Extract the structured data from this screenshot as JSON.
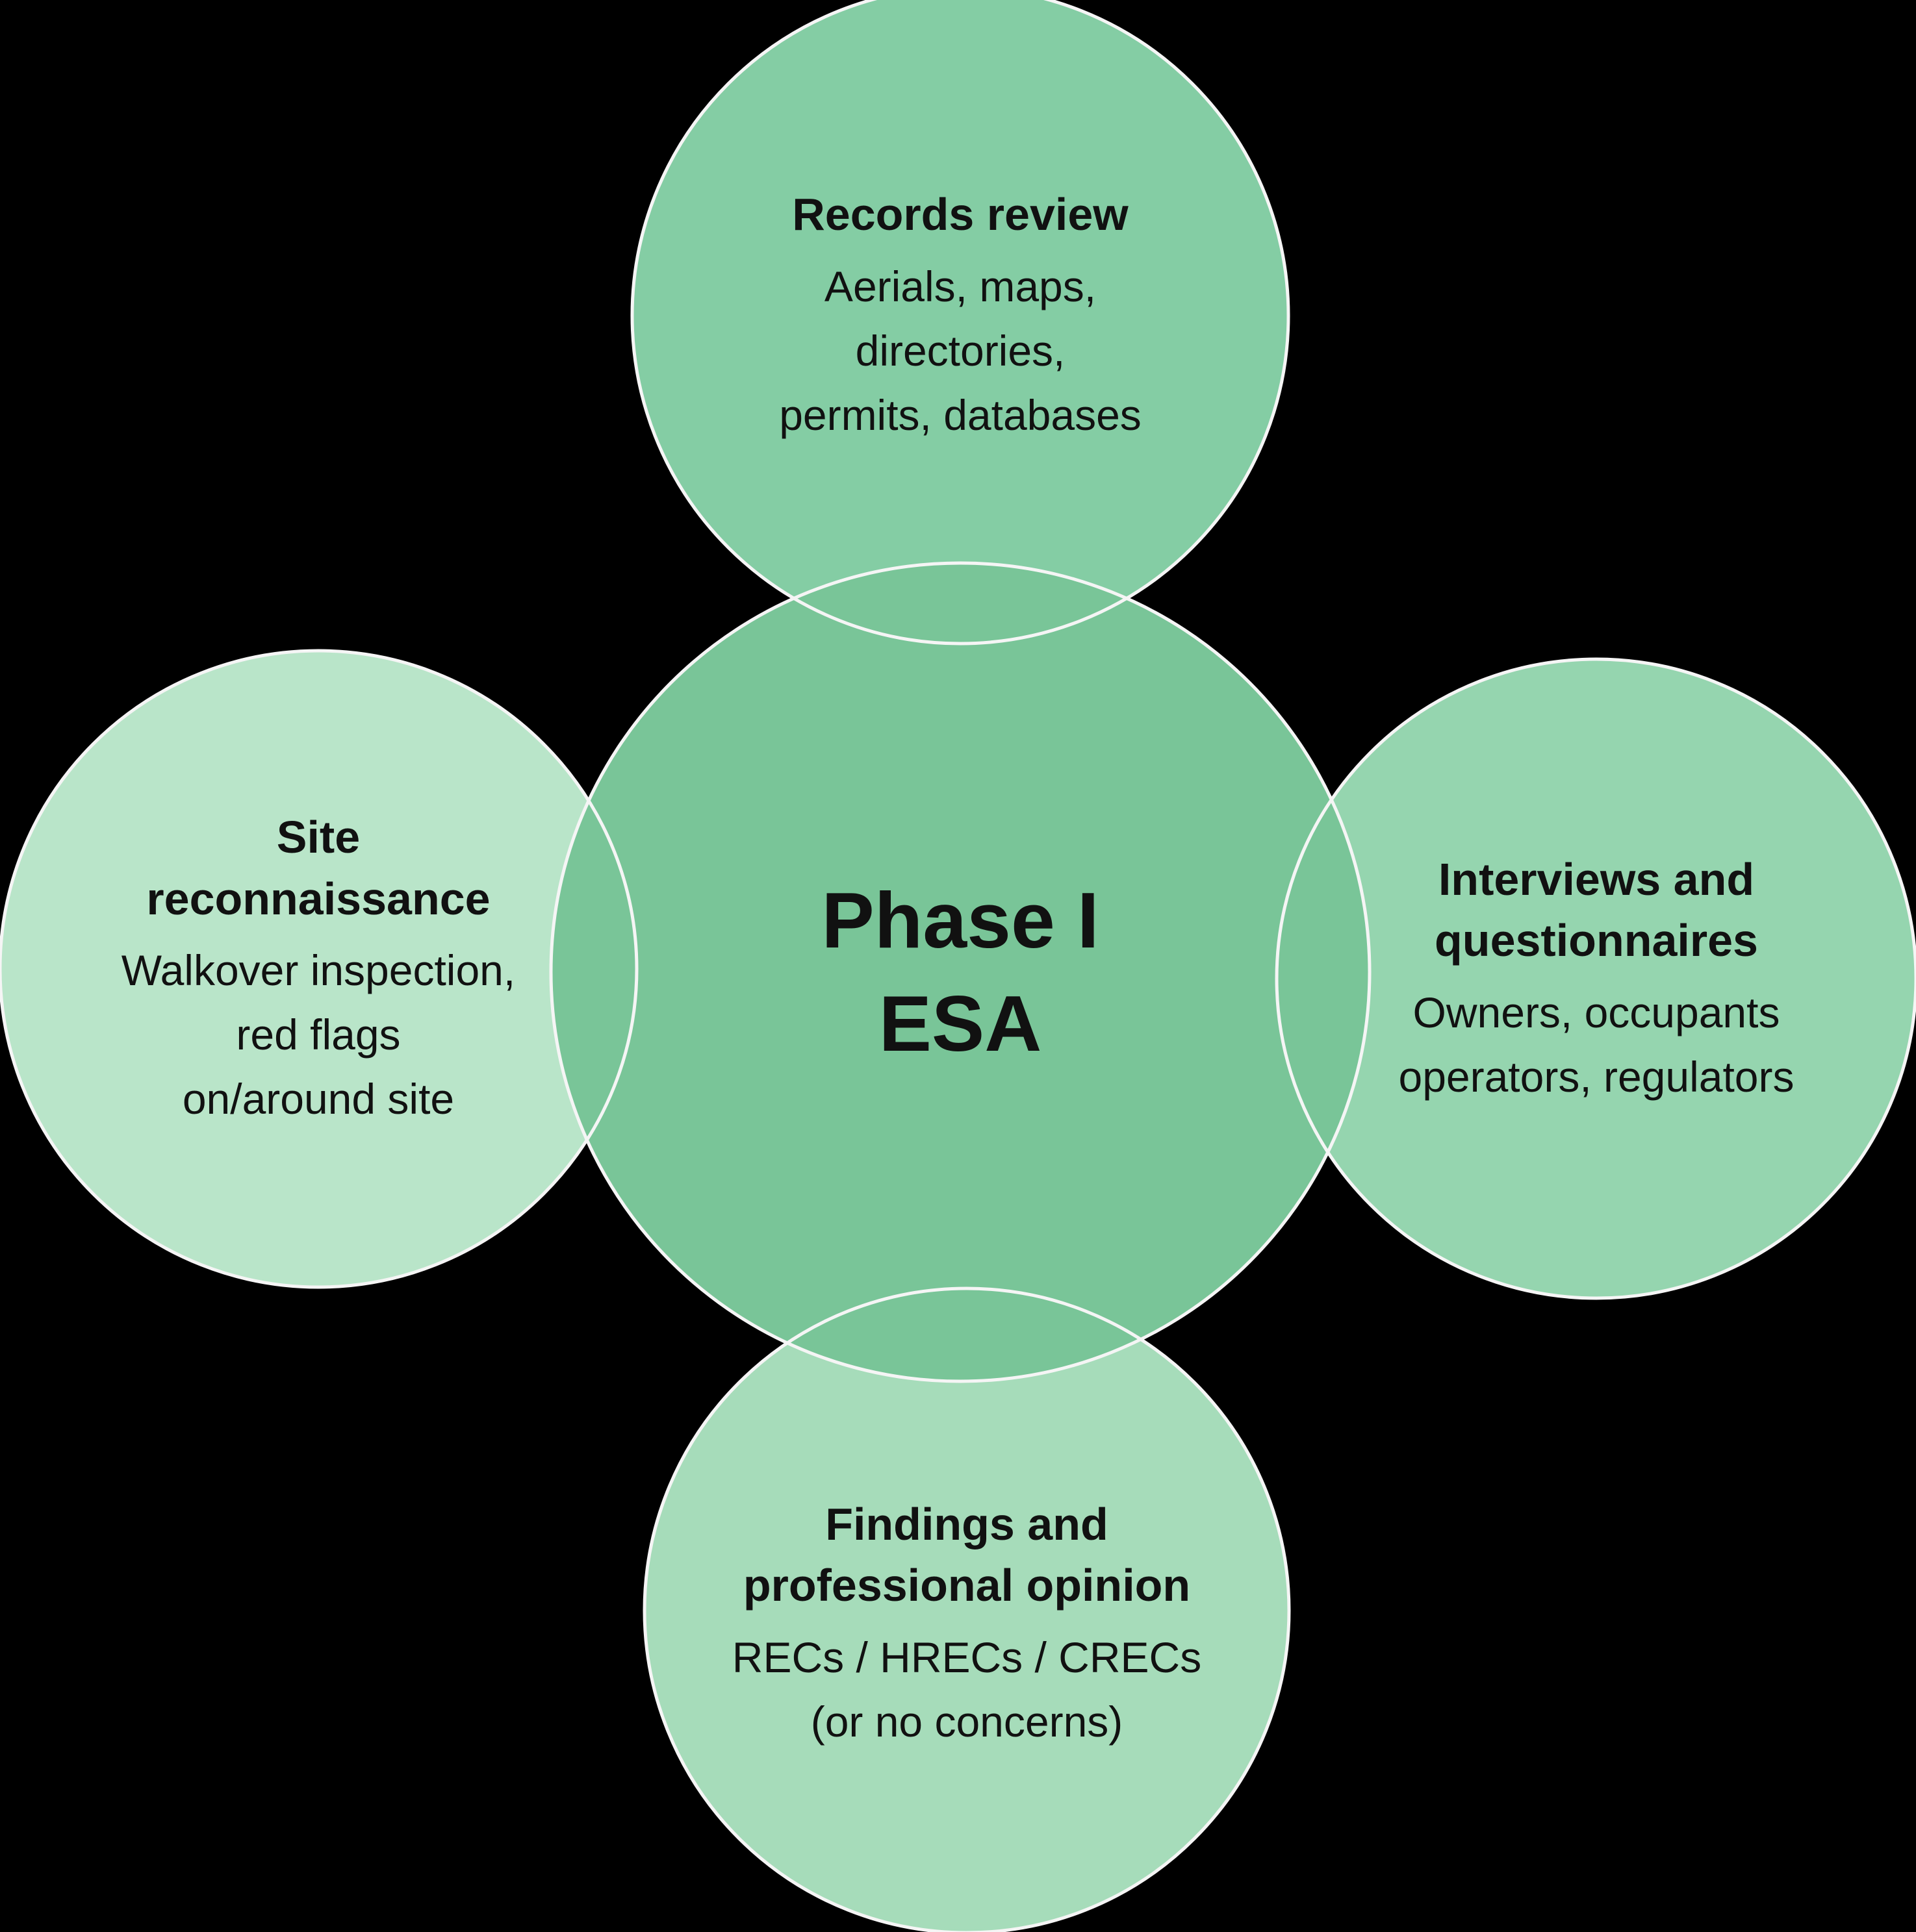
{
  "diagram": {
    "background": "#000000",
    "stroke_color": "#f5f5f5",
    "text_color": "#111111",
    "center": {
      "title": "Phase I\nESA",
      "color": "#79c598"
    },
    "nodes": {
      "records": {
        "title": "Records review",
        "body": "Aerials, maps,\ndirectories,\npermits, databases",
        "color": "#84cda4"
      },
      "site": {
        "title": "Site\nreconnaissance",
        "body": "Walkover inspection,\nred flags\non/around site",
        "color": "#b9e5c9"
      },
      "interviews": {
        "title": "Interviews and\nquestionnaires",
        "body": "Owners, occupants\noperators, regulators",
        "color": "#95d5af"
      },
      "findings": {
        "title": "Findings and\nprofessional opinion",
        "body": "RECs / HRECs / CRECs\n(or no concerns)",
        "color": "#a6dcba"
      }
    }
  }
}
